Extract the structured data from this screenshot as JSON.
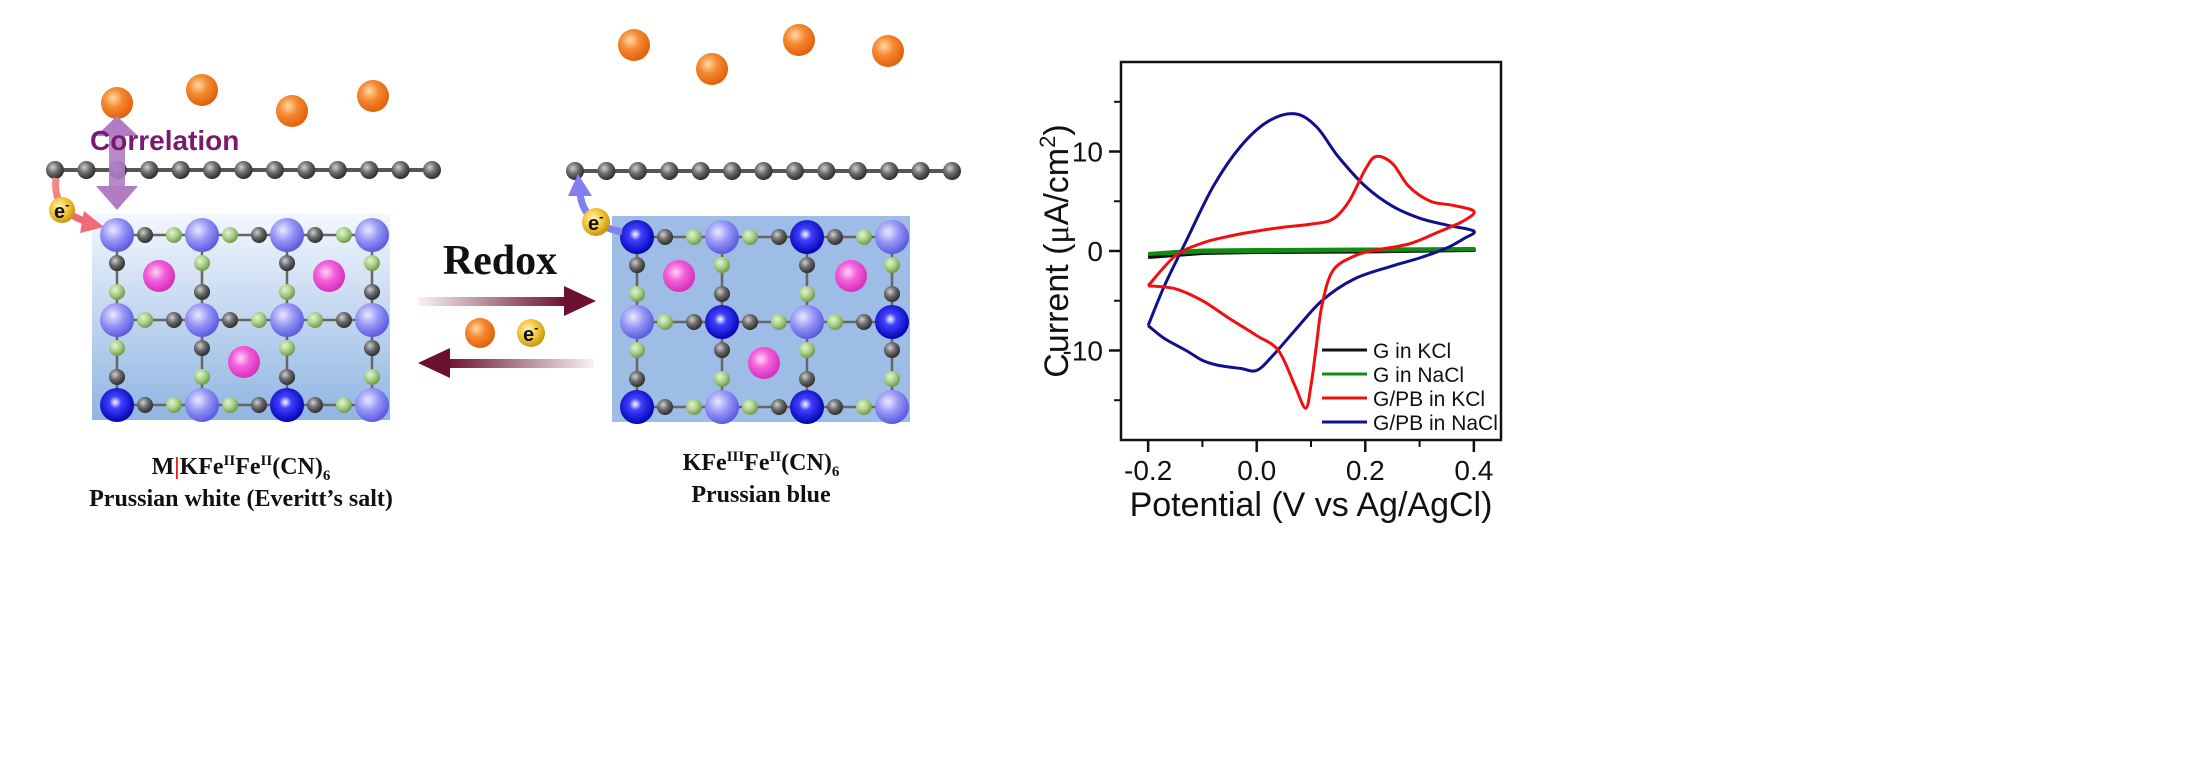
{
  "left_panel": {
    "correlation_label": "Correlation",
    "electron_label": "e",
    "electron_sup": "-",
    "formula": {
      "prefix": "M",
      "bar": "|",
      "k_fe": "KFe",
      "ox1": "II",
      "fe": "Fe",
      "ox2": "II",
      "cn": "(CN)",
      "sub": "6"
    },
    "name": "Prussian white (Everitt’s salt)"
  },
  "middle": {
    "redox_label": "Redox",
    "electron_label": "e",
    "electron_sup": "-"
  },
  "right_panel": {
    "electron_label": "e",
    "electron_sup": "-",
    "formula": {
      "k_fe": "KFe",
      "ox1": "III",
      "fe": "Fe",
      "ox2": "II",
      "cn": "(CN)",
      "sub": "6"
    },
    "name": "Prussian blue"
  },
  "colors": {
    "ion_orange": "#f07a24",
    "graphene_gray": "#555555",
    "fe_light": "#8f8ff5",
    "fe_dark": "#1010d8",
    "c_atom": "#555555",
    "n_atom": "#9cc47a",
    "k_ion": "#f04ad8",
    "pb_bg": "#9dbde6",
    "pw_bg_top": "#f2f6fc",
    "pw_bg_bottom": "#8db4e0",
    "arrow": "#6b1030",
    "correlation": "#7a1a6e",
    "series_black": "#111111",
    "series_green": "#138a13",
    "series_red": "#f01010",
    "series_blue": "#10108a"
  },
  "chart_data": {
    "type": "line",
    "xlabel": "Potential (V vs Ag/AgCl)",
    "ylabel_main": "Current (",
    "ylabel_mu": "μ",
    "ylabel_unit": "A/cm",
    "ylabel_sup": "2",
    "ylabel_close": ")",
    "xlim": [
      -0.25,
      0.45
    ],
    "ylim": [
      -19,
      19
    ],
    "xticks": [
      -0.2,
      0.0,
      0.2,
      0.4
    ],
    "xtick_labels": [
      "-0.2",
      "0.0",
      "0.2",
      "0.4"
    ],
    "yticks": [
      -10,
      0,
      10
    ],
    "ytick_labels": [
      "-10",
      "0",
      "10"
    ],
    "grid": false,
    "legend_position": "bottom-right",
    "series": [
      {
        "name": "G in KCl",
        "color": "#111111",
        "x": [
          -0.2,
          -0.15,
          -0.1,
          0.0,
          0.2,
          0.4,
          0.2,
          0.0,
          -0.1,
          -0.2
        ],
        "y": [
          -0.6,
          -0.3,
          -0.1,
          0.0,
          0.05,
          0.1,
          -0.05,
          -0.1,
          -0.2,
          -0.6
        ]
      },
      {
        "name": "G in NaCl",
        "color": "#138a13",
        "x": [
          -0.2,
          -0.15,
          -0.1,
          0.0,
          0.2,
          0.4,
          0.2,
          0.0,
          -0.1,
          -0.2
        ],
        "y": [
          -0.3,
          -0.1,
          0.05,
          0.1,
          0.15,
          0.2,
          0.1,
          0.0,
          -0.05,
          -0.3
        ]
      },
      {
        "name": "G/PB in KCl",
        "color": "#f01010",
        "x": [
          -0.2,
          -0.15,
          -0.1,
          -0.05,
          0.0,
          0.05,
          0.1,
          0.14,
          0.17,
          0.2,
          0.22,
          0.25,
          0.28,
          0.32,
          0.36,
          0.4,
          0.38,
          0.33,
          0.28,
          0.22,
          0.18,
          0.14,
          0.12,
          0.11,
          0.1,
          0.09,
          0.07,
          0.04,
          0.0,
          -0.05,
          -0.1,
          -0.15,
          -0.2
        ],
        "y": [
          -3.5,
          -0.5,
          0.8,
          1.5,
          2.0,
          2.4,
          2.7,
          3.2,
          5.0,
          8.2,
          9.5,
          8.8,
          6.5,
          5.0,
          4.6,
          4.0,
          3.0,
          1.8,
          0.7,
          0.1,
          -0.5,
          -2.0,
          -5.5,
          -9.5,
          -13.5,
          -15.8,
          -13.5,
          -10.0,
          -8.5,
          -6.8,
          -5.0,
          -3.8,
          -3.5
        ]
      },
      {
        "name": "G/PB in NaCl",
        "color": "#10108a",
        "x": [
          -0.2,
          -0.17,
          -0.13,
          -0.08,
          -0.03,
          0.02,
          0.07,
          0.11,
          0.15,
          0.2,
          0.25,
          0.3,
          0.35,
          0.4,
          0.38,
          0.35,
          0.3,
          0.25,
          0.18,
          0.12,
          0.07,
          0.03,
          0.0,
          -0.03,
          -0.07,
          -0.1,
          -0.13,
          -0.17,
          -0.2
        ],
        "y": [
          -7.5,
          -3.5,
          1.0,
          6.5,
          10.5,
          13.0,
          13.8,
          12.5,
          9.5,
          6.5,
          4.5,
          3.3,
          2.6,
          2.0,
          1.2,
          0.3,
          -0.7,
          -1.5,
          -2.8,
          -5.0,
          -8.0,
          -10.5,
          -12.0,
          -11.8,
          -11.5,
          -11.0,
          -10.0,
          -8.8,
          -7.5
        ]
      }
    ]
  }
}
